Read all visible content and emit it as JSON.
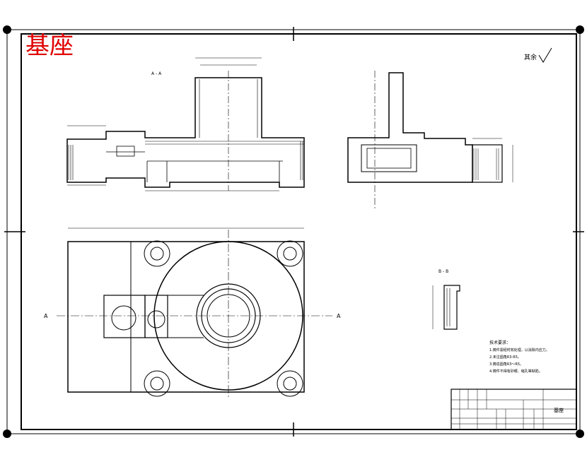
{
  "sheet": {
    "stamp_title": "基座",
    "roughness_note": "其余",
    "title_block": {
      "part_title": "基座",
      "drawing_no": "",
      "code": "",
      "left_labels": [
        "",
        ""
      ]
    }
  },
  "views": {
    "section_aa": {
      "label": "A - A"
    },
    "section_bb": {
      "label": "B - B"
    },
    "plan_cut_left": "A",
    "plan_cut_right": "A"
  },
  "notes": {
    "heading": "技术要求：",
    "items": [
      "1.铸件需经时效处理，以消除内应力。",
      "2.未注圆角R3-R5。",
      "3.铸造圆角R3～R5。",
      "4.铸件不得有砂眼、缩孔等缺陷。"
    ]
  }
}
